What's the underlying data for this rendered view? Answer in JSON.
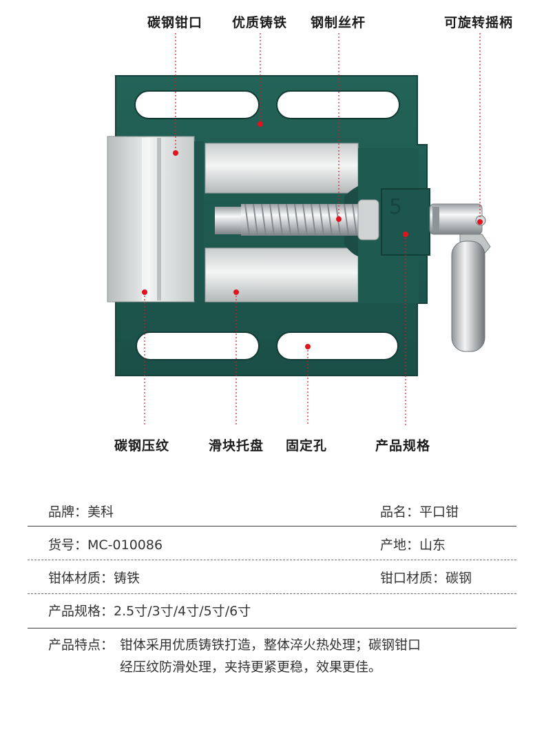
{
  "callouts": {
    "top": [
      "碳钢钳口",
      "优质铸铁",
      "钢制丝杆",
      "可旋转摇柄"
    ],
    "bottom": [
      "碳钢压纹",
      "滑块托盘",
      "固定孔",
      "产品规格"
    ]
  },
  "figure": {
    "stamp_text": "5",
    "body_color": "#1f5b52",
    "marker_color": "#e0141e"
  },
  "specs": {
    "brand_label": "品牌：",
    "brand_value": "美科",
    "name_label": "品名：",
    "name_value": "平口钳",
    "sku_label": "货号：",
    "sku_value": "MC-010086",
    "origin_label": "产地：",
    "origin_value": "山东",
    "body_material_label": "钳体材质：",
    "body_material_value": "铸铁",
    "jaw_material_label": "钳口材质：",
    "jaw_material_value": "碳钢",
    "size_label": "产品规格：",
    "size_value": "2.5寸/3寸/4寸/5寸/6寸",
    "feature_label": "产品特点：",
    "feature_line1": "钳体采用优质铸铁打造，整体淬火热处理；碳钢钳口",
    "feature_line2": "经压纹防滑处理，夹持更紧更稳，效果更佳。"
  }
}
